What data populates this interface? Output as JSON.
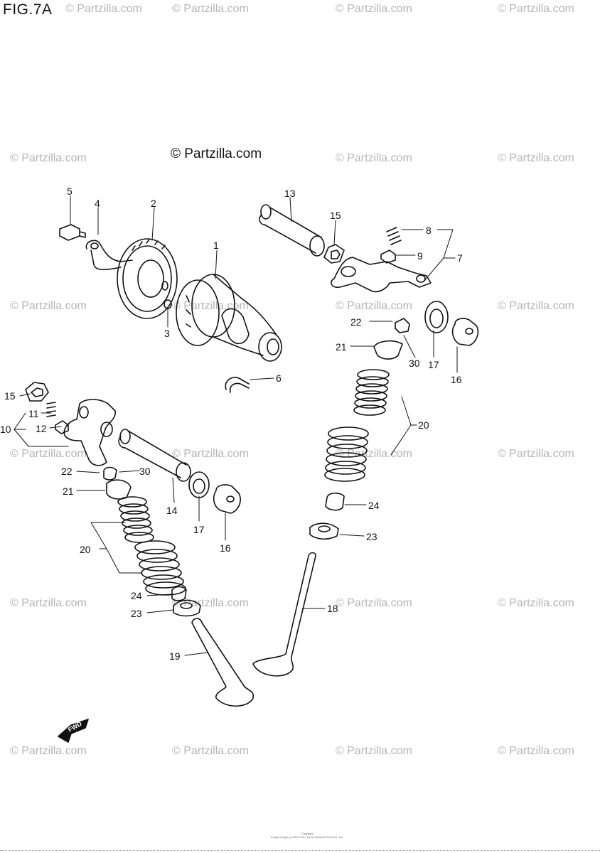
{
  "figure": {
    "title": "FIG.7A",
    "brand": "© Partzilla.com",
    "watermark": "© Partzilla.com",
    "direction_label": "FWD",
    "footer_line1": "Copyright",
    "footer_line2": "Image design (c) 2001-2017 by Ari Network Services, Inc."
  },
  "labels": [
    "1",
    "2",
    "3",
    "4",
    "5",
    "6",
    "7",
    "8",
    "9",
    "13",
    "15",
    "22",
    "21",
    "30",
    "17",
    "16",
    "20",
    "24",
    "23",
    "18",
    "15",
    "11",
    "10",
    "12",
    "22",
    "30",
    "21",
    "14",
    "17",
    "16",
    "20",
    "24",
    "23",
    "19"
  ]
}
